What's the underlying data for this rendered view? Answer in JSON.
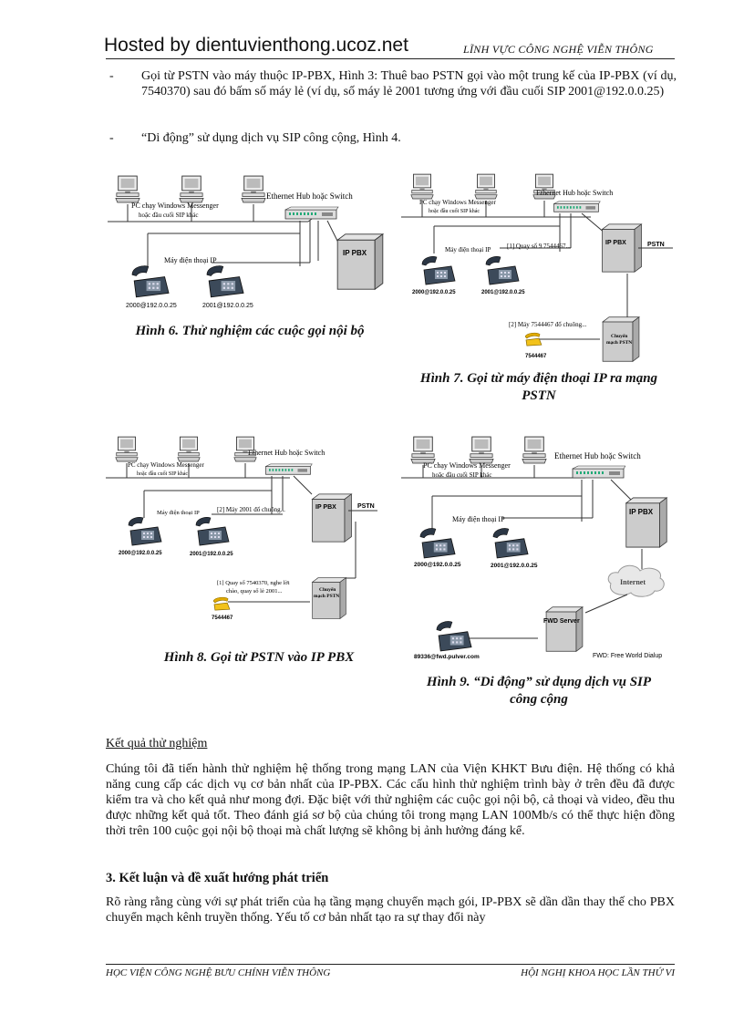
{
  "header": {
    "site": "Hosted by dientuvienthong.ucoz.net",
    "section": "LĨNH VỰC CÔNG NGHỆ VIỄN THÔNG"
  },
  "bullets": [
    {
      "dash": "-",
      "text": "Gọi từ PSTN vào máy thuộc IP-PBX, Hình 3: Thuê bao PSTN gọi vào một trung kế của IP-PBX (ví dụ, 7540370) sau đó bấm số máy lẻ (ví dụ, số máy lẻ 2001 tương ứng với đầu cuối SIP 2001@192.0.0.25)"
    },
    {
      "dash": "-",
      "text": "“Di động” sử dụng dịch vụ SIP công cộng, Hình 4."
    }
  ],
  "figures": {
    "fig6": {
      "hub_label": "Ethernet Hub hoặc Switch",
      "pc_label_1": "PC chạy Windows Messenger",
      "pc_label_2": "hoặc đầu cuối SIP khác",
      "phone_label": "Máy điện thoại IP",
      "ippbx": "IP PBX",
      "ext1": "2000@192.0.0.25",
      "ext2": "2001@192.0.0.25",
      "caption": "Hình 6. Thử nghiệm các cuộc gọi nội bộ"
    },
    "fig7": {
      "hub_label": "Ethernet Hub hoặc Switch",
      "pc_label_1": "PC chạy Windows Messenger",
      "pc_label_2": "hoặc đầu cuối SIP khác",
      "phone_label": "Máy điện thoại IP",
      "step1": "[1] Quay số 9 7544467...",
      "ippbx": "IP PBX",
      "pstn": "PSTN",
      "ext1": "2000@192.0.0.25",
      "ext2": "2001@192.0.0.25",
      "step2": "[2] Máy 7544467 đổ chuông...",
      "switch_1": "Chuyển",
      "switch_2": "mạch PSTN",
      "pstn_number": "7544467",
      "caption_1": "Hình 7. Gọi từ máy điện thoại IP ra mạng",
      "caption_2": "PSTN"
    },
    "fig8": {
      "hub_label": "Ethernet Hub hoặc Switch",
      "pc_label_1": "PC chạy Windows Messenger",
      "pc_label_2": "hoặc đầu cuối SIP khác",
      "phone_label": "Máy điện thoại IP",
      "step2": "[2] Máy 2001 đổ chuông...",
      "ippbx": "IP PBX",
      "pstn": "PSTN",
      "ext1": "2000@192.0.0.25",
      "ext2": "2001@192.0.0.25",
      "step1_1": "[1] Quay số 7540370, nghe lời",
      "step1_2": "chào, quay số lẻ 2001...",
      "switch_1": "Chuyển",
      "switch_2": "mạch PSTN",
      "pstn_number": "7544467",
      "caption": "Hình 8. Gọi từ PSTN vào IP PBX"
    },
    "fig9": {
      "hub_label": "Ethernet Hub hoặc Switch",
      "pc_label_1": "PC chạy Windows Messenger",
      "pc_label_2": "hoặc đầu cuối SIP khác",
      "phone_label": "Máy điện thoại IP",
      "ippbx": "IP PBX",
      "ext1": "2000@192.0.0.25",
      "ext2": "2001@192.0.0.25",
      "internet": "Internet",
      "fwd_server": "FWD Server",
      "fwd_user": "89336@fwd.pulver.com",
      "fwd_note": "FWD: Free World Dialup",
      "caption_1": "Hình 9. “Di động” sử dụng dịch vụ SIP",
      "caption_2": "công cộng"
    }
  },
  "results": {
    "heading": "Kết quả thử nghiệm",
    "paragraph": "Chúng tôi đã tiến hành thử nghiệm hệ thống trong mạng LAN của Viện KHKT Bưu điện. Hệ thống có khả năng cung cấp các dịch vụ cơ bản nhất của IP-PBX. Các cấu hình thử nghiệm trình bày ở trên đều đã được kiểm tra và cho kết quả như mong đợi. Đặc biệt với thử nghiệm các cuộc gọi nội bộ, cả thoại và video, đều thu được những kết quả tốt. Theo đánh giá sơ bộ của chúng tôi trong mạng LAN 100Mb/s có thể thực hiện đồng thời trên 100 cuộc gọi nội bộ thoại mà chất lượng sẽ không bị ảnh hưởng đáng kể."
  },
  "section3": {
    "heading": "3. Kết luận và đề xuất hướng phát triển",
    "paragraph": "Rõ ràng rằng cùng với sự phát triển của hạ tầng mạng chuyển mạch gói, IP-PBX sẽ dần dần thay thế cho PBX chuyển mạch kênh truyền thống. Yếu tố cơ bản nhất tạo ra sự thay đổi này"
  },
  "footer": {
    "left": "HỌC VIỆN CÔNG NGHỆ BƯU CHÍNH VIỄN THÔNG",
    "right": "HỘI NGHỊ KHOA HỌC LẦN THỨ VI"
  }
}
